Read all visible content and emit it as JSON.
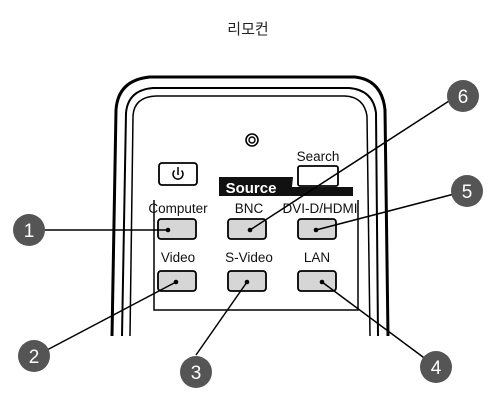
{
  "title": "리모컨",
  "source_label": "Source",
  "search_label": "Search",
  "buttons": {
    "computer": "Computer",
    "bnc": "BNC",
    "dvi_hdmi": "DVI-D/HDMI",
    "video": "Video",
    "s_video": "S-Video",
    "lan": "LAN"
  },
  "callouts": [
    "1",
    "2",
    "3",
    "4",
    "5",
    "6"
  ],
  "icons": {
    "power": "power-icon",
    "sensor": "ir-sensor-icon"
  }
}
